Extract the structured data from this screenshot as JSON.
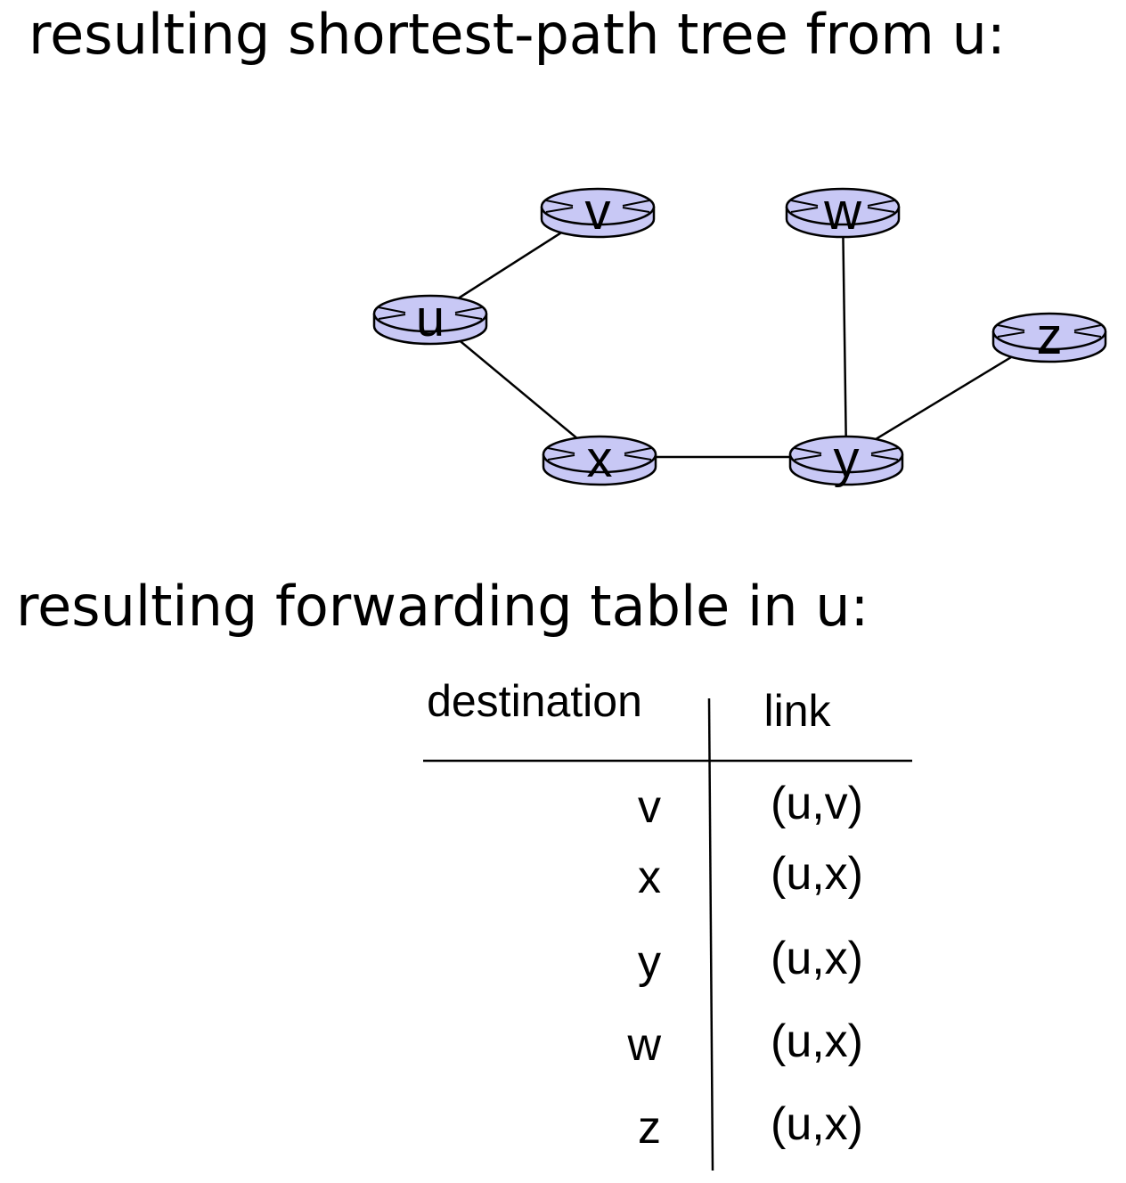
{
  "headings": {
    "tree": "resulting shortest-path tree from u:",
    "table": "resulting forwarding table in u:"
  },
  "colors": {
    "router_fill": "#c8c8f5",
    "router_stroke": "#000000",
    "link": "#000000"
  },
  "routers": [
    "u",
    "v",
    "w",
    "x",
    "y",
    "z"
  ],
  "tree_links": [
    [
      "u",
      "v"
    ],
    [
      "u",
      "x"
    ],
    [
      "x",
      "y"
    ],
    [
      "y",
      "w"
    ],
    [
      "y",
      "z"
    ]
  ],
  "forwarding_table": {
    "headers": {
      "destination": "destination",
      "link": "link"
    },
    "rows": [
      {
        "destination": "v",
        "link": "(u,v)"
      },
      {
        "destination": "x",
        "link": "(u,x)"
      },
      {
        "destination": "y",
        "link": "(u,x)"
      },
      {
        "destination": "w",
        "link": "(u,x)"
      },
      {
        "destination": "z",
        "link": "(u,x)"
      }
    ]
  }
}
